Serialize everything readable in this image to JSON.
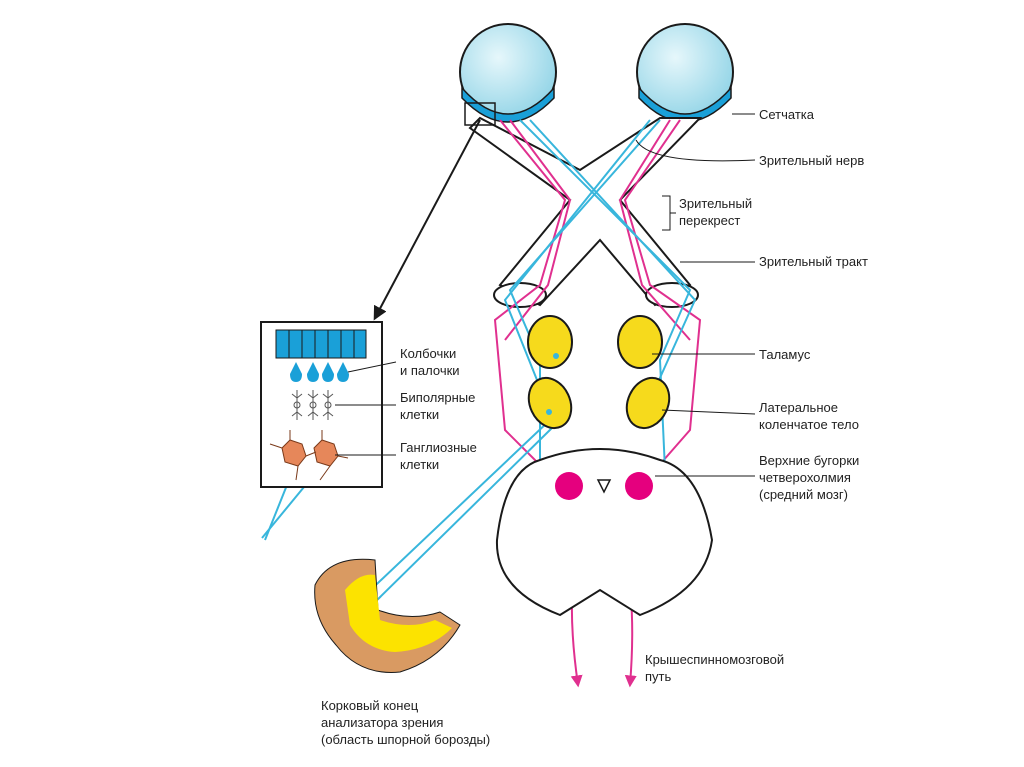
{
  "labels": {
    "retina": "Сетчатка",
    "optic_nerve": "Зрительный нерв",
    "chiasm_line1": "Зрительный",
    "chiasm_line2": "перекрест",
    "optic_tract": "Зрительный тракт",
    "cones_line1": "Колбочки",
    "cones_line2": "и палочки",
    "bipolar_line1": "Биполярные",
    "bipolar_line2": "клетки",
    "ganglion_line1": "Ганглиозные",
    "ganglion_line2": "клетки",
    "thalamus": "Таламус",
    "lgn_line1": "Латеральное",
    "lgn_line2": "коленчатое тело",
    "colliculi_line1": "Верхние бугорки",
    "colliculi_line2": "четверохолмия",
    "colliculi_line3": "(средний мозг)",
    "tectospinal_line1": "Крышеспинномозговой",
    "tectospinal_line2": "путь",
    "cortex_line1": "Корковый конец",
    "cortex_line2": "анализатора зрения",
    "cortex_line3": "(область шпорной борозды)"
  },
  "colors": {
    "eyeball": "#bfe9f3",
    "retina": "#1aa0d8",
    "nerve_fill": "#ffffff",
    "outline": "#1a1a1a",
    "path_magenta": "#e0308f",
    "path_cyan": "#38b6dc",
    "thalamus": "#f6da1c",
    "colliculus": "#e5007e",
    "ganglion": "#e6875a",
    "cortex_outer": "#d99a62",
    "cortex_inner": "#fce300"
  },
  "icons": {
    "cone_drop": "droplet-icon",
    "bipolar": "bipolar-cell-icon",
    "ganglion": "ganglion-cell-icon",
    "arrow": "arrow-down-icon"
  }
}
